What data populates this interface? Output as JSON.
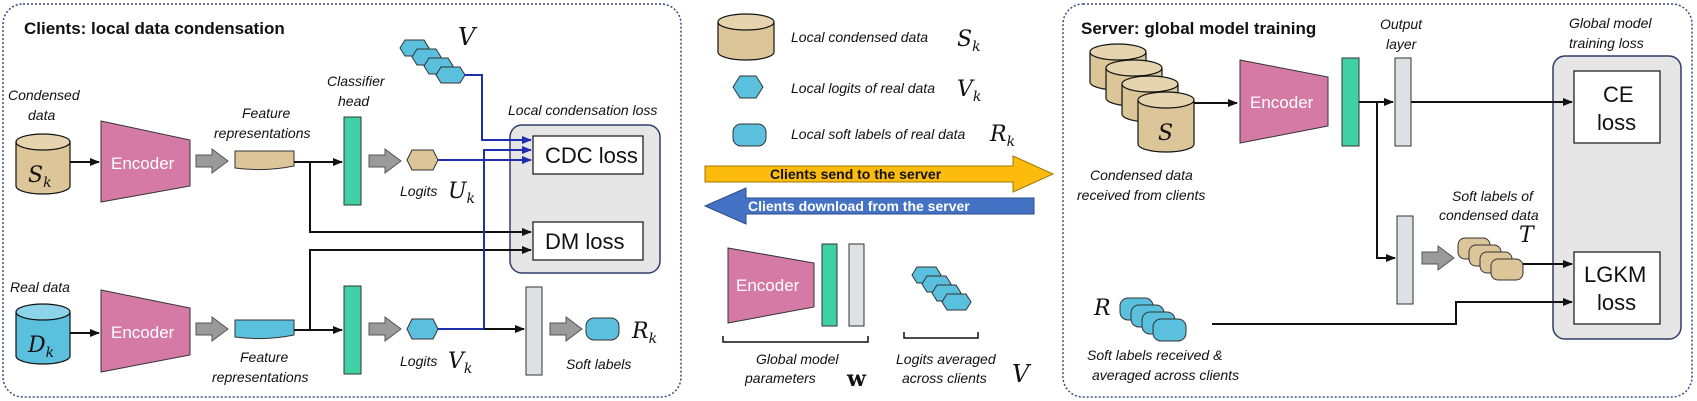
{
  "left_panel": {
    "title": "Clients: local data condensation",
    "condensed_data": "Condensed data",
    "real_data": "Real data",
    "encoder": "Encoder",
    "feature_repr": "Feature representations",
    "classifier_head": "Classifier head",
    "logits_u": "Logits",
    "logits_v": "Logits",
    "soft_labels": "Soft labels",
    "local_condensation_loss": "Local condensation loss",
    "cdc_loss": "CDC loss",
    "dm_loss": "DM loss",
    "sym_S": "S",
    "sym_D": "D",
    "sym_U": "U",
    "sym_V": "V",
    "sym_R": "R",
    "sub_k": "k",
    "sym_V_top": "V"
  },
  "legend": {
    "item1": "Local condensed data",
    "item2": "Local logits of real data",
    "item3": "Local soft labels of real data",
    "sym1": "S",
    "sym2": "V",
    "sym3": "R",
    "sub_k": "k"
  },
  "middle": {
    "send_arrow": "Clients send to the server",
    "download_arrow": "Clients download from the server",
    "encoder": "Encoder",
    "global_params": "Global model parameters",
    "param_sym": "w",
    "logits_avg": "Logits averaged across clients",
    "logits_sym": "V"
  },
  "right_panel": {
    "title": "Server: global model training",
    "encoder": "Encoder",
    "output_layer": "Output layer",
    "global_training_loss": "Global model training loss",
    "ce_loss": "CE loss",
    "lgkm_loss": "LGKM loss",
    "condensed_received": "Condensed data received from clients",
    "soft_labels_condensed": "Soft labels of condensed data",
    "soft_labels_received": "Soft labels received & averaged across clients",
    "sym_S": "S",
    "sym_T": "T",
    "sym_R": "R"
  },
  "colors": {
    "encoder": "#d47aa5",
    "condensed": "#dcc699",
    "real": "#5bc0de",
    "head": "#3fd1a5",
    "layer": "#dfe0e4",
    "loss_panel": "#e6e6e6",
    "blue_line": "#1f2fb0",
    "send": "#fdbb0d",
    "download": "#4472c4"
  }
}
